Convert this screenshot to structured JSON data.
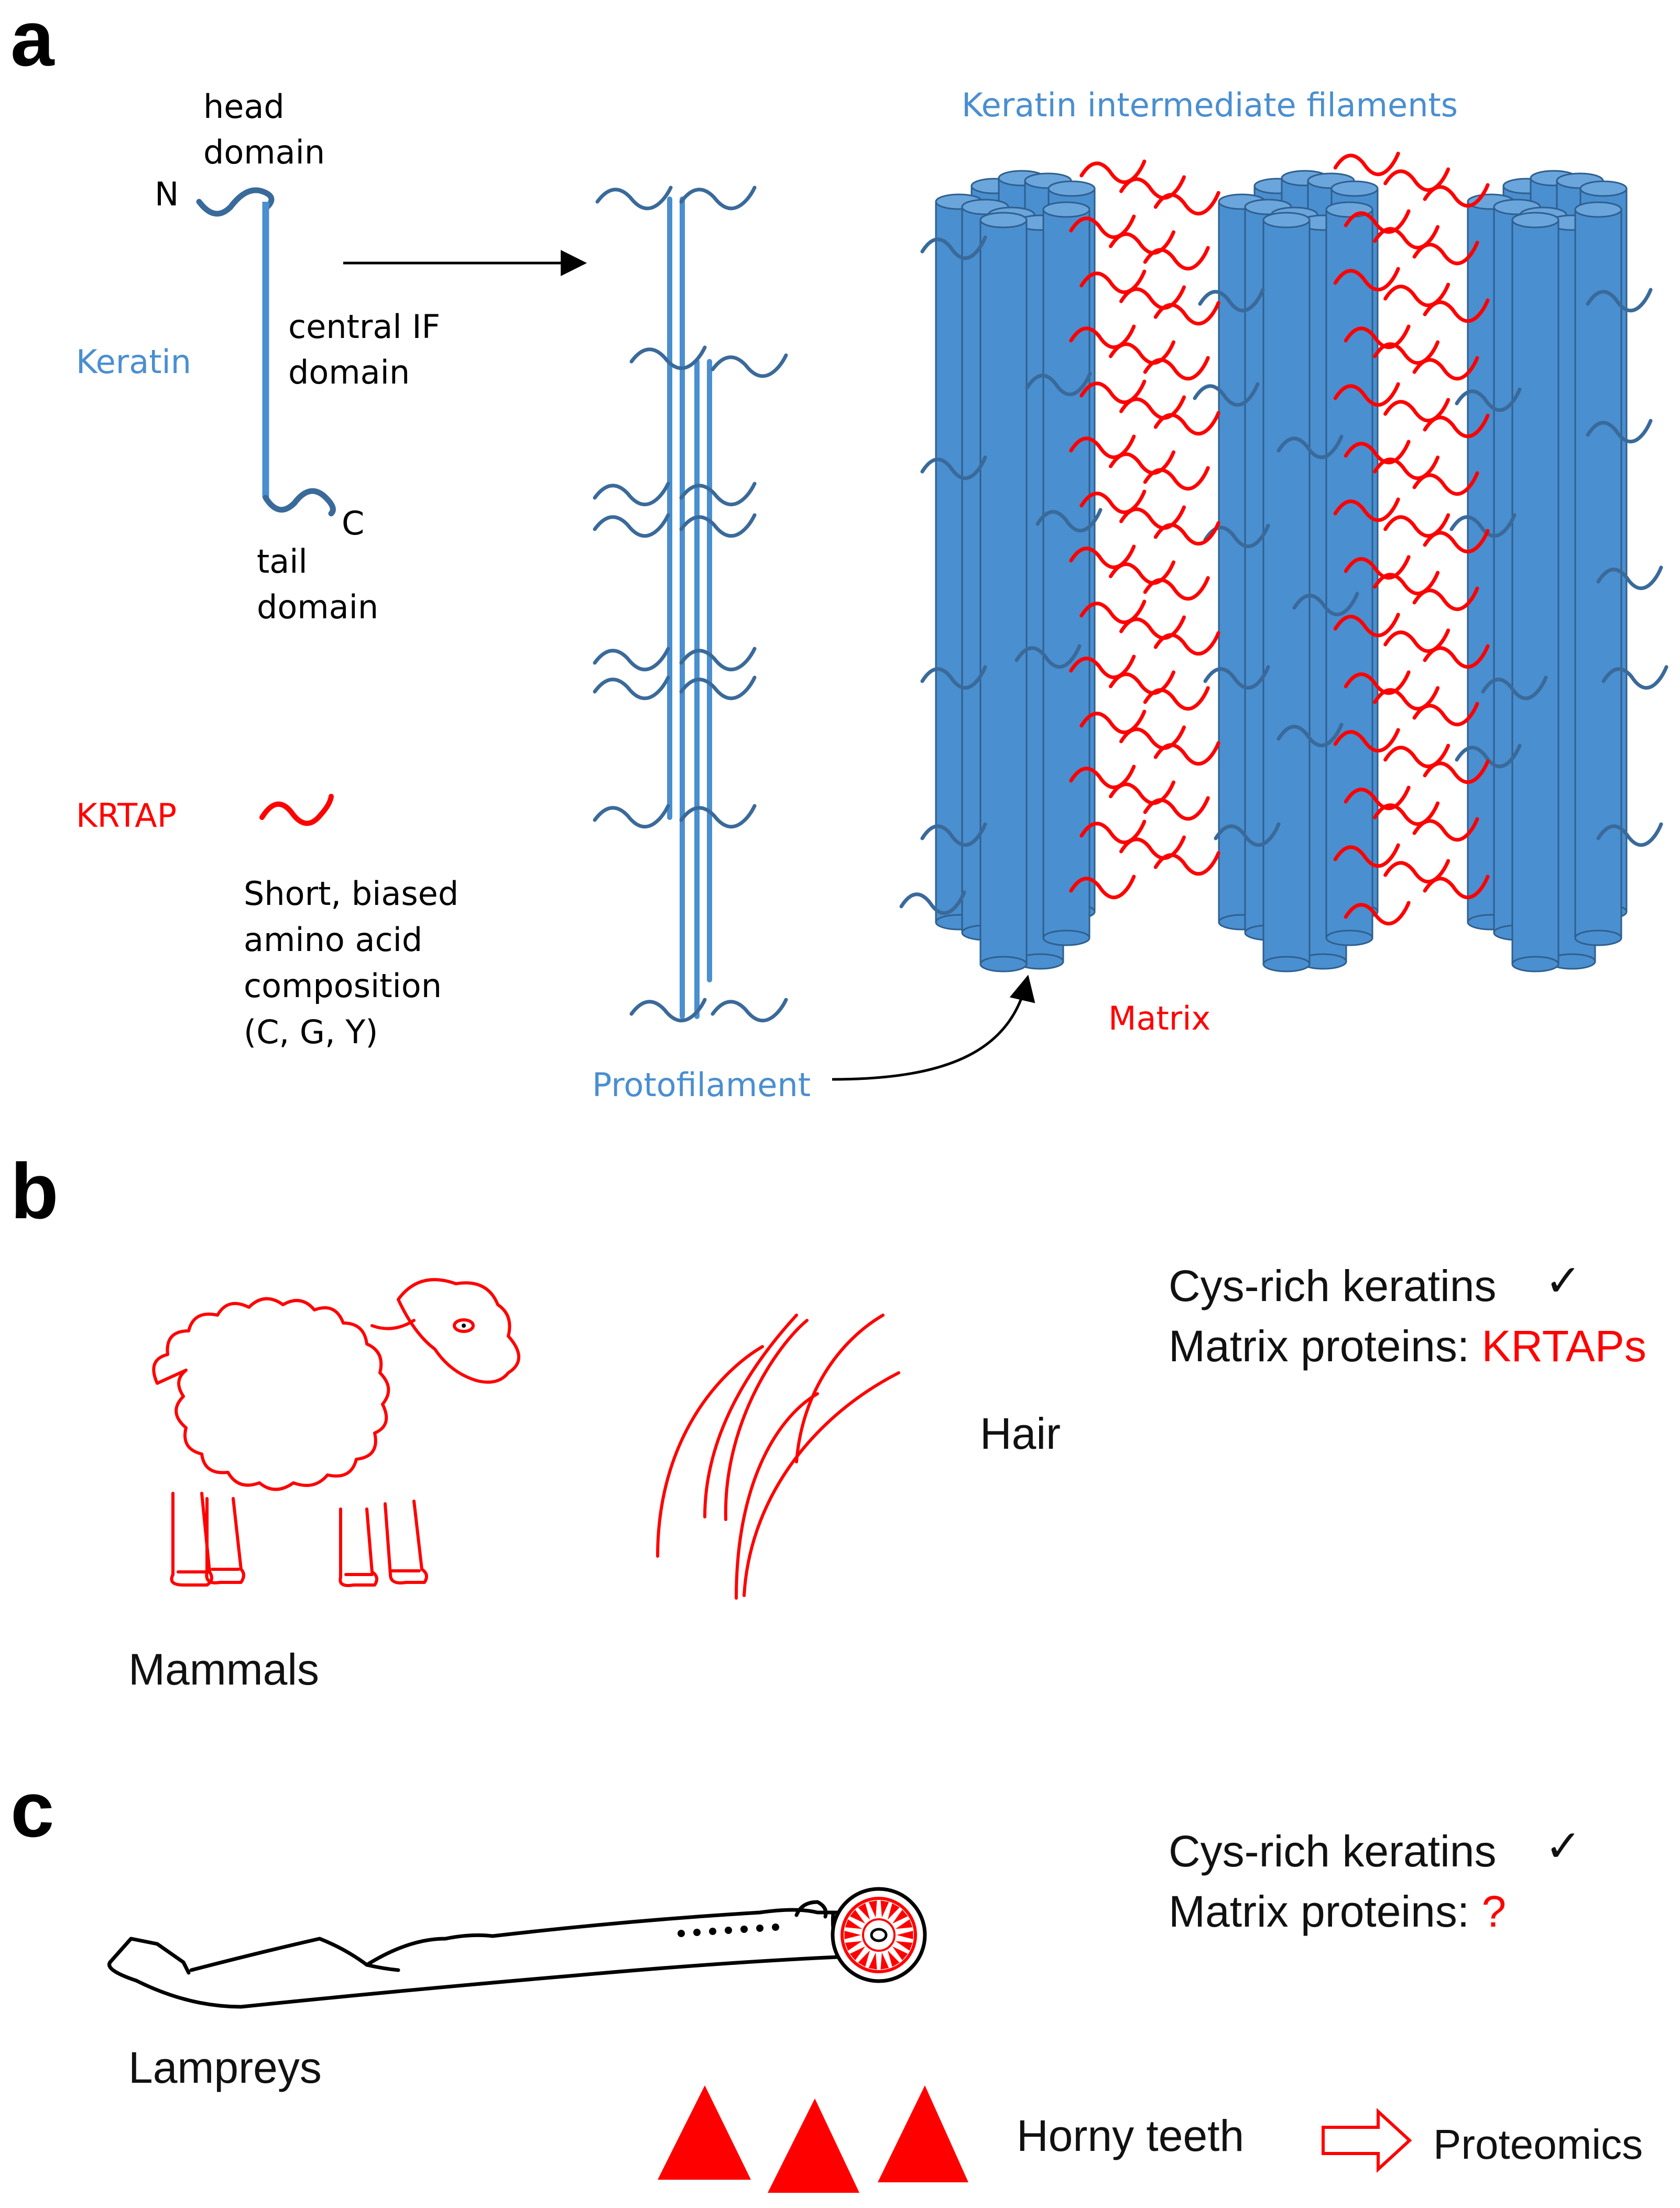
{
  "panels": {
    "a": "a",
    "b": "b",
    "c": "c"
  },
  "panel_a": {
    "head_label_1": "head",
    "head_label_2": "domain",
    "n_terminus": "N",
    "keratin_label": "Keratin",
    "central_label_1": "central IF",
    "central_label_2": "domain",
    "c_terminus": "C",
    "tail_label_1": "tail",
    "tail_label_2": "domain",
    "krtap_label": "KRTAP",
    "krtap_desc": [
      "Short, biased",
      "amino acid",
      "composition",
      "(C, G, Y)"
    ],
    "protofilament_label": "Protofilament",
    "kif_label": "Keratin intermediate filaments",
    "matrix_label": "Matrix"
  },
  "panel_b": {
    "organism_label": "Mammals",
    "hair_label": "Hair",
    "line1": "Cys-rich keratins",
    "check": "✓",
    "line2_prefix": "Matrix proteins: ",
    "line2_value": "KRTAPs"
  },
  "panel_c": {
    "organism_label": "Lampreys",
    "line1": "Cys-rich keratins",
    "check": "✓",
    "line2_prefix": "Matrix proteins: ",
    "line2_value": "?",
    "teeth_label": "Horny teeth",
    "proteomics_label": "Proteomics"
  },
  "colors": {
    "keratin_blue": "#4a8fd0",
    "wave_blue": "#3a6a9a",
    "krtap_red": "#ff0000",
    "text": "#000000"
  }
}
